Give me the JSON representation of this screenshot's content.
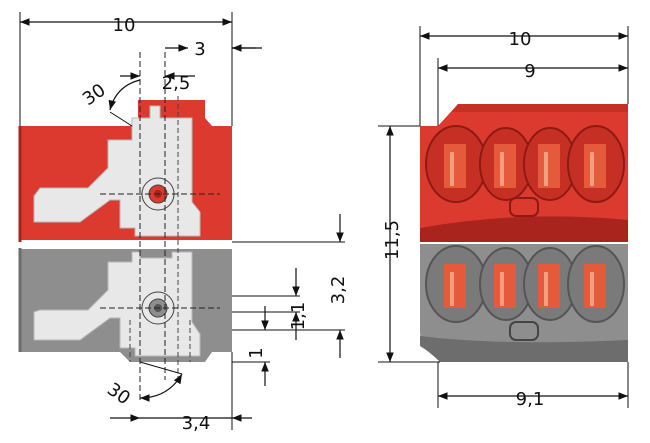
{
  "dimensions": {
    "left_width": "10",
    "left_offset_top": "3",
    "left_slot": "2,5",
    "angle_top": "30",
    "angle_bottom": "30",
    "left_bottom_offset": "3,4",
    "step_height": "3,2",
    "pin_spacing": "1,1",
    "bottom_step": "1",
    "right_width": "10",
    "right_inner": "9",
    "right_height": "11,5",
    "right_bottom_width": "9,1"
  },
  "colors": {
    "red_body": "#dc3a2e",
    "red_dark": "#a8241c",
    "gray_body": "#8e8e8e",
    "gray_dark": "#6d6d6d",
    "slot_fill": "#e8e8e8",
    "orange_clamp": "#e45a3a"
  }
}
